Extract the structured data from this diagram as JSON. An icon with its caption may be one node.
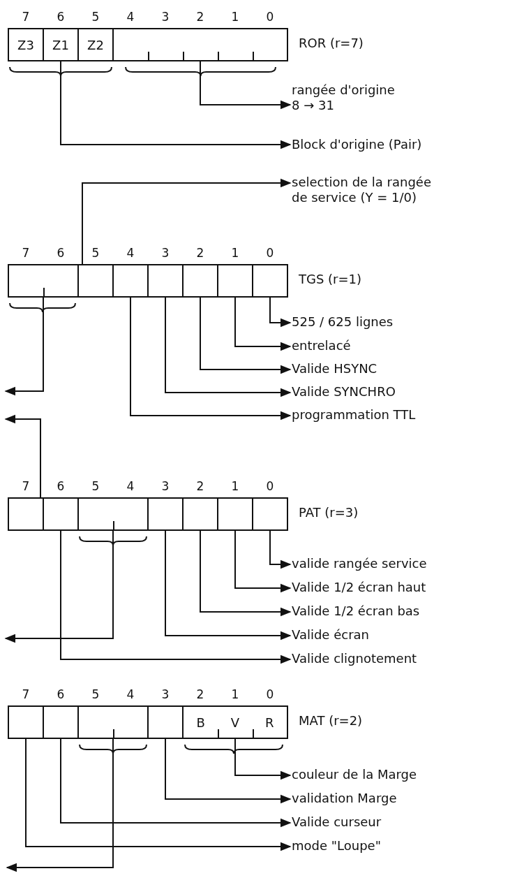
{
  "diagram": {
    "nodes": [
      {
        "text": [],
        "shape": "box",
        "beside": [
          "ROR (r=7)"
        ]
      },
      {
        "text": [
          "Z3"
        ],
        "in": 0
      },
      {
        "text": [
          "Z1"
        ],
        "in": 0
      },
      {
        "text": [
          "Z2"
        ],
        "in": 0
      },
      {
        "text": [],
        "shape": "box",
        "in": 0
      },
      {
        "text": [
          "rangée d'origine",
          "8 → 31"
        ]
      },
      {
        "text": [
          "Block d'origine (Pair)"
        ]
      },
      {
        "text": [
          "selection de la rangée de service (Y = 1/0)"
        ]
      },
      {
        "text": [],
        "shape": "box",
        "beside": [
          "TGS (r=1)"
        ]
      },
      {
        "text": [],
        "shape": "box",
        "in": 8
      },
      {
        "text": [],
        "shape": "box",
        "in": 8
      },
      {
        "text": [],
        "shape": "box",
        "in": 8
      },
      {
        "text": [],
        "shape": "box",
        "in": 8
      },
      {
        "text": [],
        "shape": "box",
        "in": 8
      },
      {
        "text": [],
        "shape": "box",
        "in": 8
      },
      {
        "text": [],
        "shape": "box",
        "in": 8
      },
      {
        "text": [
          "525 / 625 lignes"
        ]
      },
      {
        "text": [
          "entrelacé"
        ]
      },
      {
        "text": [
          "Valide HSYNC"
        ]
      },
      {
        "text": [
          "Valide SYNCHRO"
        ]
      },
      {
        "text": [
          "programmation TTL"
        ]
      },
      {
        "text": [],
        "shape": "box",
        "beside": [
          "PAT (r=3)"
        ]
      },
      {
        "text": [],
        "shape": "box",
        "in": 21
      },
      {
        "text": [],
        "shape": "box",
        "in": 21
      },
      {
        "text": [],
        "shape": "box",
        "in": 21
      },
      {
        "text": [],
        "shape": "box",
        "in": 21
      },
      {
        "text": [],
        "shape": "box",
        "in": 21
      },
      {
        "text": [],
        "shape": "box",
        "in": 21
      },
      {
        "text": [],
        "shape": "box",
        "in": 21
      },
      {
        "text": [
          "valide rangée service"
        ]
      },
      {
        "text": [
          "Valide 1/2 écran haut"
        ]
      },
      {
        "text": [
          "Valide 1/2 écran bas"
        ]
      },
      {
        "text": [
          "Valide écran"
        ]
      },
      {
        "text": [
          "Valide clignotement"
        ]
      },
      {
        "text": [],
        "shape": "box",
        "beside": [
          "MAT (r=2)"
        ]
      },
      {
        "text": [],
        "shape": "box",
        "in": 34
      },
      {
        "text": [],
        "shape": "box",
        "in": 34
      },
      {
        "text": [],
        "shape": "box",
        "in": 34
      },
      {
        "text": [],
        "shape": "box",
        "in": 34
      },
      {
        "text": [
          "B",
          "V",
          "R"
        ],
        "in": 34
      },
      {
        "text": [
          "couleur de la Marge"
        ]
      },
      {
        "text": [
          "validation Marge"
        ]
      },
      {
        "text": [
          "Valide curseur"
        ]
      },
      {
        "text": [
          "mode \"Loupe\""
        ]
      }
    ],
    "edges": [
      {
        "from": 4,
        "to": 5,
        "arrow": "to"
      },
      {
        "from": 2,
        "to": 6,
        "arrow": "to"
      },
      {
        "from": 10,
        "to": 7,
        "arrow": "to"
      },
      {
        "from": 15,
        "to": 16,
        "arrow": "to"
      },
      {
        "from": 14,
        "to": 17,
        "arrow": "to"
      },
      {
        "from": 13,
        "to": 18,
        "arrow": "to"
      },
      {
        "from": 12,
        "to": 19,
        "arrow": "to"
      },
      {
        "from": 11,
        "to": 20,
        "arrow": "to"
      },
      {
        "from": 9,
        "to": null,
        "arrow": "to"
      },
      {
        "from": 22,
        "to": null,
        "arrow": "to"
      },
      {
        "from": 28,
        "to": 29,
        "arrow": "to"
      },
      {
        "from": 27,
        "to": 30,
        "arrow": "to"
      },
      {
        "from": 26,
        "to": 31,
        "arrow": "to"
      },
      {
        "from": 25,
        "to": 32,
        "arrow": "to"
      },
      {
        "from": 24,
        "to": null,
        "arrow": "to"
      },
      {
        "from": 23,
        "to": 33,
        "arrow": "to"
      },
      {
        "from": 39,
        "to": 40,
        "arrow": "to"
      },
      {
        "from": 38,
        "to": 41,
        "arrow": "to"
      },
      {
        "from": 36,
        "to": 42,
        "arrow": "to"
      },
      {
        "from": 35,
        "to": 43,
        "arrow": "to"
      },
      {
        "from": 37,
        "to": null,
        "arrow": "to"
      }
    ],
    "labels": [
      "7",
      "6",
      "5",
      "4",
      "3",
      "2",
      "1",
      "0",
      "7",
      "6",
      "5",
      "4",
      "3",
      "2",
      "1",
      "0",
      "7",
      "6",
      "5",
      "4",
      "3",
      "2",
      "1",
      "0",
      "7",
      "6",
      "5",
      "4",
      "3",
      "2",
      "1",
      "0"
    ]
  }
}
